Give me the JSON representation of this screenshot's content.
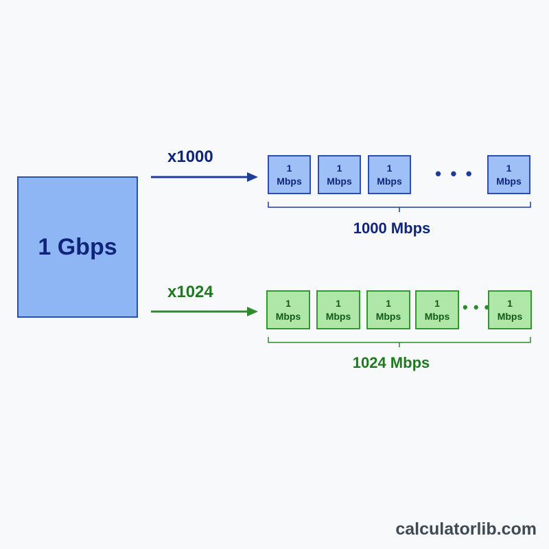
{
  "source": {
    "label": "1 Gbps"
  },
  "decimal": {
    "multiplier_label": "x1000",
    "unit_top": "1",
    "unit_bottom": "Mbps",
    "ellipsis": "• • •",
    "total_label": "1000 Mbps",
    "color": "#10257a"
  },
  "binary": {
    "multiplier_label": "x1024",
    "unit_top": "1",
    "unit_bottom": "Mbps",
    "ellipsis": "• • •",
    "total_label": "1024 Mbps",
    "color": "#1f7a1f"
  },
  "watermark": "calculatorlib.com"
}
